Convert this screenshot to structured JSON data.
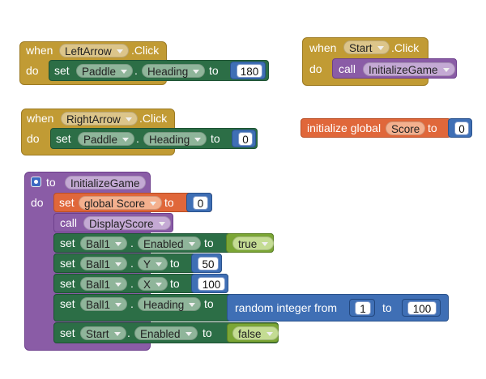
{
  "keywords": {
    "when": "when",
    "do": "do",
    "set": "set",
    "to": "to",
    "call": "call",
    "dot": ".",
    "initialize_global": "initialize global",
    "random_integer_from": "random integer from"
  },
  "left_click": {
    "component": "LeftArrow",
    "event": ".Click",
    "target": "Paddle",
    "property": "Heading",
    "value": "180"
  },
  "start_click": {
    "component": "Start",
    "event": ".Click",
    "procedure": "InitializeGame"
  },
  "right_click": {
    "component": "RightArrow",
    "event": ".Click",
    "target": "Paddle",
    "property": "Heading",
    "value": "0"
  },
  "global_score": {
    "name": "Score",
    "value": "0"
  },
  "init_game": {
    "name": "InitializeGame",
    "score_var": "global Score",
    "score_value": "0",
    "display_procedure": "DisplayScore",
    "enabled_target": "Ball1",
    "enabled_property": "Enabled",
    "enabled_value": "true",
    "y_target": "Ball1",
    "y_property": "Y",
    "y_value": "50",
    "x_target": "Ball1",
    "x_property": "X",
    "x_value": "100",
    "heading_target": "Ball1",
    "heading_property": "Heading",
    "random_from": "1",
    "random_to": "100",
    "start_target": "Start",
    "start_property": "Enabled",
    "start_value": "false"
  },
  "colors": {
    "event": "#c19b34",
    "procedure": "#8a5ca6",
    "setter": "#2c6e46",
    "variable": "#e0673a",
    "math": "#3f6fb5",
    "logic": "#7ba635"
  }
}
